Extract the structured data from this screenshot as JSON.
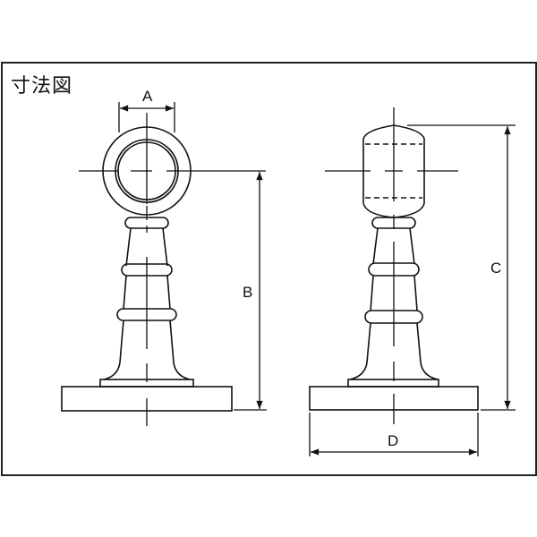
{
  "title": "寸法図",
  "colors": {
    "line": "#111111",
    "background": "#ffffff"
  },
  "dimensions": {
    "a": "A",
    "b": "B",
    "c": "C",
    "d": "D"
  },
  "views": [
    {
      "name": "front-view",
      "description": "Pipe socket with ring head, tapered stem with two collars, flanged base"
    },
    {
      "name": "side-view",
      "description": "Side profile with barrel head (hidden lines), tapered stem, flanged base"
    }
  ]
}
